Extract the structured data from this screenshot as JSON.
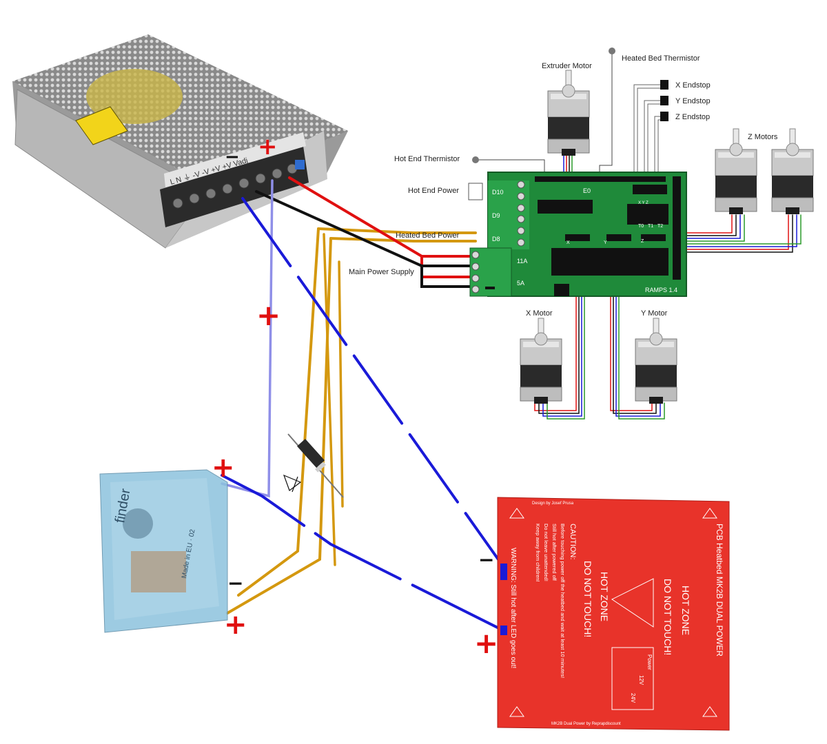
{
  "labels": {
    "extruder_motor": "Extruder Motor",
    "heated_bed_thermistor": "Heated Bed Thermistor",
    "x_endstop": "X Endstop",
    "y_endstop": "Y Endstop",
    "z_endstop": "Z Endstop",
    "z_motors": "Z Motors",
    "hot_end_thermistor": "Hot End Thermistor",
    "hot_end_power": "Hot End Power",
    "heated_bed_power": "Heated Bed Power",
    "main_power_supply": "Main Power Supply",
    "x_motor": "X Motor",
    "y_motor": "Y Motor"
  },
  "ramps": {
    "name": "RAMPS 1.4",
    "d10": "D10",
    "d9": "D9",
    "d8": "D8",
    "a11": "11A",
    "a5": "5A",
    "e0": "E0",
    "x": "X",
    "y": "Y",
    "z": "Z",
    "t0": "T0",
    "t1": "T1",
    "t2": "T2",
    "endstop_letters": "X  Y  Z"
  },
  "polarity": {
    "plus": "+",
    "minus": "−"
  },
  "psu": {
    "terminal_labels": "L  N  ⏚  -V  -V  +V  +V  Vadj"
  },
  "relay": {
    "brand": "finder",
    "made_in": "Made in EU · 02"
  },
  "heatbed": {
    "title": "PCB Heatbed MK2B DUAL POWER",
    "hot_zone": "HOT ZONE",
    "do_not_touch": "DO NOT TOUCH!",
    "caution": "CAUTION:",
    "warning": "WARNING: Still hot after LED goes out!",
    "caution_text_1": "Before touching power off the heatbed and wait at least 10 minutes!",
    "caution_text_2": "Still hot after powered off",
    "caution_text_3": "Do not leave unattended!",
    "caution_text_4": "Keep away from children!",
    "design": "Design by Josef Prusa",
    "power_table_header": "Power",
    "power_12v": "12V",
    "power_24v": "24V",
    "footer": "MK2B Dual Power by Reprapdiscount"
  },
  "colors": {
    "red_wire": "#e01010",
    "black_wire": "#111111",
    "blue_wire": "#1a1ad8",
    "light_blue_wire": "#8f8fe8",
    "orange_wire": "#d4980f",
    "ramps_green": "#1f8a3a",
    "heatbed_red": "#e8332a",
    "plus_red": "#e01010"
  }
}
